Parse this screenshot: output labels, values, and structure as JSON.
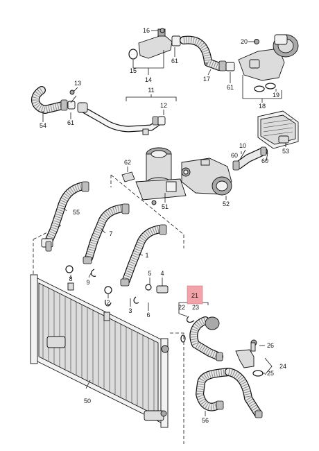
{
  "labels": {
    "l1": "1",
    "l2": "2",
    "l3": "3",
    "l4": "4",
    "l5": "5",
    "l6": "6",
    "l7": "7",
    "l8": "8",
    "l9": "9",
    "l10": "10",
    "l11": "11",
    "l12": "12",
    "l13": "13",
    "l14": "14",
    "l15": "15",
    "l16": "16",
    "l17": "17",
    "l18": "18",
    "l19": "19",
    "l20": "20",
    "l21": "21",
    "l22": "22",
    "l23": "23",
    "l24": "24",
    "l25": "25",
    "l26": "26",
    "l50": "50",
    "l51": "51",
    "l52": "52",
    "l53": "53",
    "l54": "54",
    "l55": "55",
    "l56": "56",
    "l60a": "60",
    "l60b": "60",
    "l61a": "61",
    "l61b": "61",
    "l61c": "61",
    "l62": "62"
  },
  "highlight_color": "#f2a3aa"
}
